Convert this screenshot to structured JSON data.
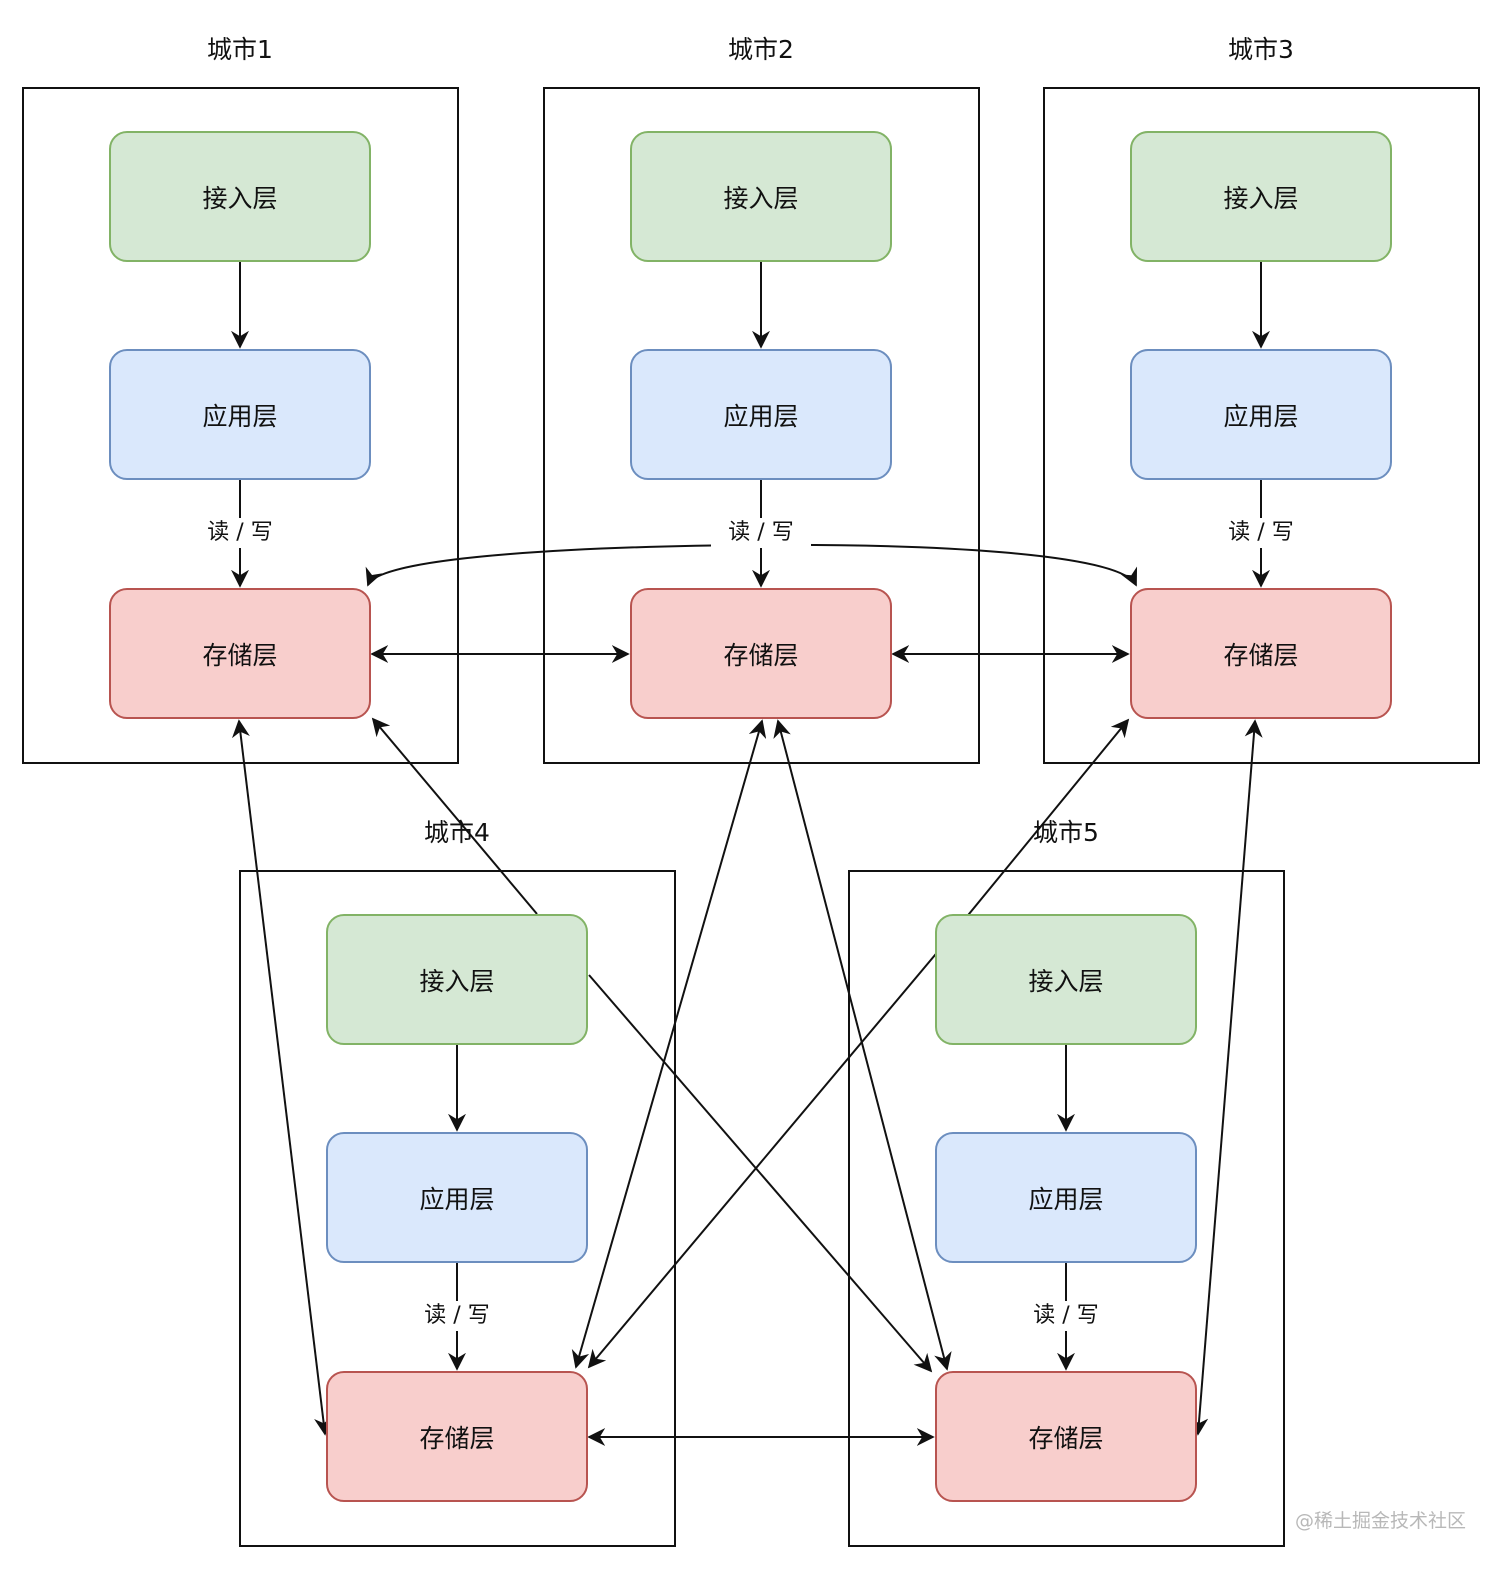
{
  "cities": [
    {
      "title": "城市1",
      "access_label": "接入层",
      "app_label": "应用层",
      "rw_label": "读 / 写",
      "storage_label": "存储层"
    },
    {
      "title": "城市2",
      "access_label": "接入层",
      "app_label": "应用层",
      "rw_label": "读 / 写",
      "storage_label": "存储层"
    },
    {
      "title": "城市3",
      "access_label": "接入层",
      "app_label": "应用层",
      "rw_label": "读 / 写",
      "storage_label": "存储层"
    },
    {
      "title": "城市4",
      "access_label": "接入层",
      "app_label": "应用层",
      "rw_label": "读 / 写",
      "storage_label": "存储层"
    },
    {
      "title": "城市5",
      "access_label": "接入层",
      "app_label": "应用层",
      "rw_label": "读 / 写",
      "storage_label": "存储层"
    }
  ],
  "colors": {
    "access_fill": "#d5e8d4",
    "access_stroke": "#82b366",
    "app_fill": "#dae8fc",
    "app_stroke": "#6c8ebf",
    "storage_fill": "#f8cecc",
    "storage_stroke": "#b85450",
    "line": "#111111"
  },
  "watermark": "@稀土掘金技术社区"
}
